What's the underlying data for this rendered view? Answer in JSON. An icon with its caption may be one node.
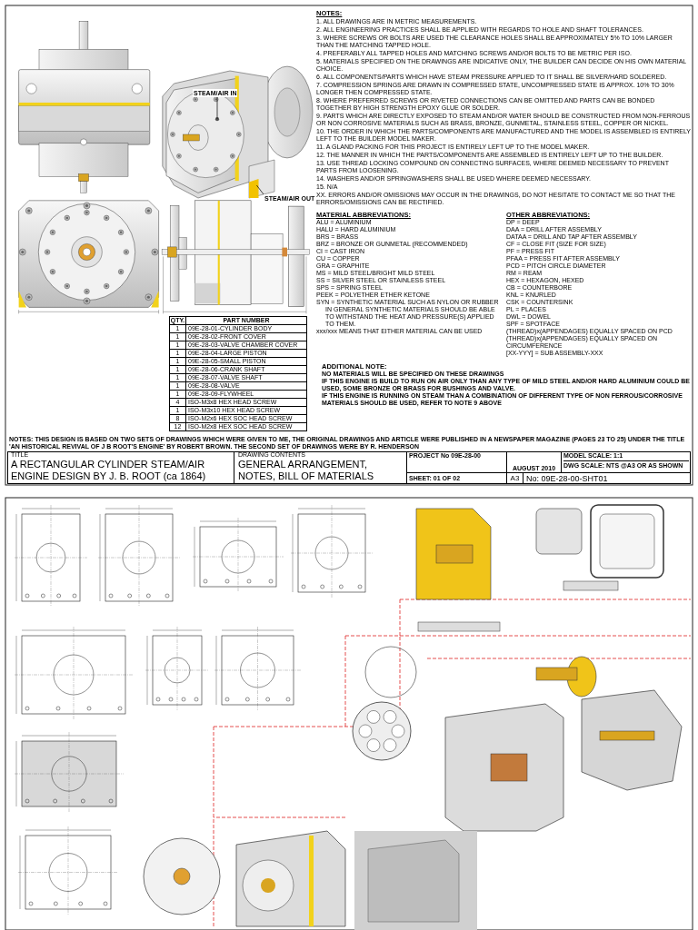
{
  "diagram": {
    "nodes": [
      {
        "text": [
          "STEAM/AIR IN"
        ]
      },
      {
        "text": [
          "STEAM/AIR OUT"
        ]
      }
    ],
    "edges": [
      {
        "from": 0,
        "to": null,
        "arrow": "none"
      },
      {
        "from": 1,
        "to": null,
        "arrow": "none"
      }
    ],
    "labels": [
      "NOTES:",
      "1. ALL DRAWINGS ARE IN METRIC MEASUREMENTS.",
      "2. ALL ENGINEERING PRACTICES SHALL BE APPLIED WITH REGARDS TO HOLE AND SHAFT TOLERANCES.",
      "3. WHERE SCREWS OR BOLTS ARE USED THE CLEARANCE HOLES SHALL BE APPROXIMATELY 5% TO 10% LARGER THAN THE MATCHING TAPPED HOLE.",
      "4. PREFERABLY ALL TAPPED HOLES AND MATCHING SCREWS AND/OR BOLTS TO BE METRIC PER ISO.",
      "5. MATERIALS SPECIFIED ON THE DRAWINGS ARE INDICATIVE ONLY, THE BUILDER CAN DECIDE ON HIS OWN MATERIAL CHOICE.",
      "6. ALL COMPONENTS/PARTS WHICH HAVE STEAM PRESSURE APPLIED TO IT SHALL BE SILVER/HARD SOLDERED.",
      "7. COMPRESSION SPRINGS ARE DRAWN IN COMPRESSED STATE, UNCOMPRESSED STATE IS APPROX. 10% TO 30% LONGER THEN COMPRESSED STATE.",
      "8. WHERE PREFERRED SCREWS OR RIVETED CONNECTIONS CAN BE OMITTED AND PARTS CAN BE BONDED TOGETHER BY HIGH STRENGTH EPOXY GLUE OR SOLDER.",
      "9. PARTS WHICH ARE DIRECTLY EXPOSED TO STEAM AND/OR WATER SHOULD BE CONSTRUCTED FROM NON-FERROUS OR NON CORROSIVE MATERIALS SUCH AS BRASS, BRONZE, GUNMETAL, STAINLESS STEEL, COPPER OR NICKEL.",
      "10. THE ORDER IN WHICH THE PARTS/COMPONENTS ARE MANUFACTURED AND THE MODEL IS ASSEMBLED IS ENTIRELY LEFT TO THE BUILDER MODEL MAKER.",
      "11. A GLAND PACKING FOR THIS PROJECT IS ENTIRELY LEFT UP TO THE MODEL MAKER.",
      "12. THE MANNER IN WHICH THE PARTS/COMPONENTS ARE ASSEMBLED IS ENTIRELY LEFT UP TO THE BUILDER.",
      "13. USE THREAD LOCKING COMPOUND ON CONNECTING SURFACES, WHERE DEEMED NECESSARY TO PREVENT PARTS FROM LOOSENING.",
      "14. WASHERS AND/OR SPRINGWASHERS SHALL BE USED WHERE DEEMED NECESSARY.",
      "15. N/A",
      "XX. ERRORS AND/OR OMISSIONS MAY OCCUR IN THE DRAWINGS, DO NOT HESITATE TO CONTACT ME SO THAT THE ERRORS/OMISSIONS CAN BE RECTIFIED.",
      "MATERIAL ABBREVIATIONS:",
      "ALU = ALUMINIUM",
      "HALU = HARD ALUMINIUM",
      "BRS = BRASS",
      "BRZ = BRONZE OR GUNMETAL (RECOMMENDED)",
      "CI = CAST IRON",
      "CU = COPPER",
      "GRA = GRAPHITE",
      "MS = MILD STEEL/BRIGHT MILD STEEL",
      "SS = SILVER STEEL OR STAINLESS STEEL",
      "SPS = SPRING STEEL",
      "PEEK = POLYETHER ETHER KETONE",
      "SYN = SYNTHETIC MATERIAL SUCH AS NYLON OR RUBBER",
      "IN GENERAL SYNTHETIC MATERIALS SHOULD BE ABLE TO WITHSTAND THE HEAT AND PRESSURE(S) APPLIED TO THEM.",
      "xxx/xxx MEANS THAT EITHER MATERIAL CAN BE USED",
      "OTHER ABBREVIATIONS:",
      "DP = DEEP",
      "DAA = DRILL AFTER ASSEMBLY",
      "DATAA = DRILL AND TAP AFTER ASSEMBLY",
      "CF = CLOSE FIT (SIZE FOR SIZE)",
      "PF = PRESS FIT",
      "PFAA = PRESS FIT AFTER ASSEMBLY",
      "PCD = PITCH CIRCLE DIAMETER",
      "RM = REAM",
      "HEX = HEXAGON, HEXED",
      "CB = COUNTERBORE",
      "KNL = KNURLED",
      "CSK = COUNTERSINK",
      "PL = PLACES",
      "DWL = DOWEL",
      "SPF = SPOTFACE",
      "(THREAD)x(APPENDAGES) EQUALLY SPACED ON PCD",
      "(THREAD)x(APPENDAGES) EQUALLY SPACED ON CIRCUMFERENCE",
      "[XX-YYY] = SUB ASSEMBLY-XXX",
      "ADDITIONAL NOTE:",
      "NO MATERIALS WILL BE SPECIFIED ON THESE DRAWINGS",
      "IF THIS ENGINE IS BUILD TO RUN ON AIR ONLY THAN ANY TYPE OF MILD STEEL AND/OR HARD ALUMINIUM COULD BE USED, SOME BRONZE OR BRASS FOR BUSHINGS AND VALVE.",
      "IF THIS ENGINE IS RUNNING ON STEAM THAN A COMBINATION OF DIFFERENT TYPE OF NON FERROUS/CORROSIVE MATERIALS SHOULD BE USED, REFER TO NOTE 9 ABOVE",
      "QTY.",
      "PART NUMBER",
      "1",
      "09E-28-01-CYLINDER BODY",
      "1",
      "09E-28-02-FRONT COVER",
      "1",
      "09E-28-03-VALVE CHAMBER COVER",
      "1",
      "09E-28-04-LARGE PISTON",
      "1",
      "09E-28-05-SMALL PISTON",
      "1",
      "09E-28-06-CRANK SHAFT",
      "1",
      "09E-28-07-VALVE SHAFT",
      "1",
      "09E-28-08-VALVE",
      "1",
      "09E-28-09-FLYWHEEL",
      "4",
      "ISO-M3x8 HEX HEAD SCREW",
      "1",
      "ISO-M3x10 HEX HEAD SCREW",
      "8",
      "ISO-M2x6 HEX SOC HEAD SCREW",
      "12",
      "ISO-M2x8 HEX SOC HEAD SCREW",
      "NOTES: THIS DESIGN IS BASED ON TWO SETS OF DRAWINGS WHICH WERE GIVEN TO ME, THE ORIGINAL DRAWINGS AND ARTICLE WERE PUBLISHED IN A NEWSPAPER MAGAZINE (PAGES 23 TO 25) UNDER THE TITLE 'AN HISTORICAL REVIVAL OF J B ROOT'S ENGINE' BY ROBERT BROWN. THE SECOND SET OF DRAWINGS WERE BY R. HENDERSON",
      "TITLE",
      "A RECTANGULAR CYLINDER STEAM/AIR ENGINE DESIGN BY J. B. ROOT (ca 1864)",
      "DRAWING CONTENTS",
      "GENERAL ARRANGEMENT, NOTES, BILL OF MATERIALS",
      "PROJECT No 09E-28-00",
      "AUGUST 2010",
      "MODEL SCALE: 1:1",
      "DWG SCALE: NTS @A3 OR AS SHOWN",
      "SHEET: 01 OF 02",
      "A3",
      "No: 09E-28-00-SHT01"
    ]
  }
}
